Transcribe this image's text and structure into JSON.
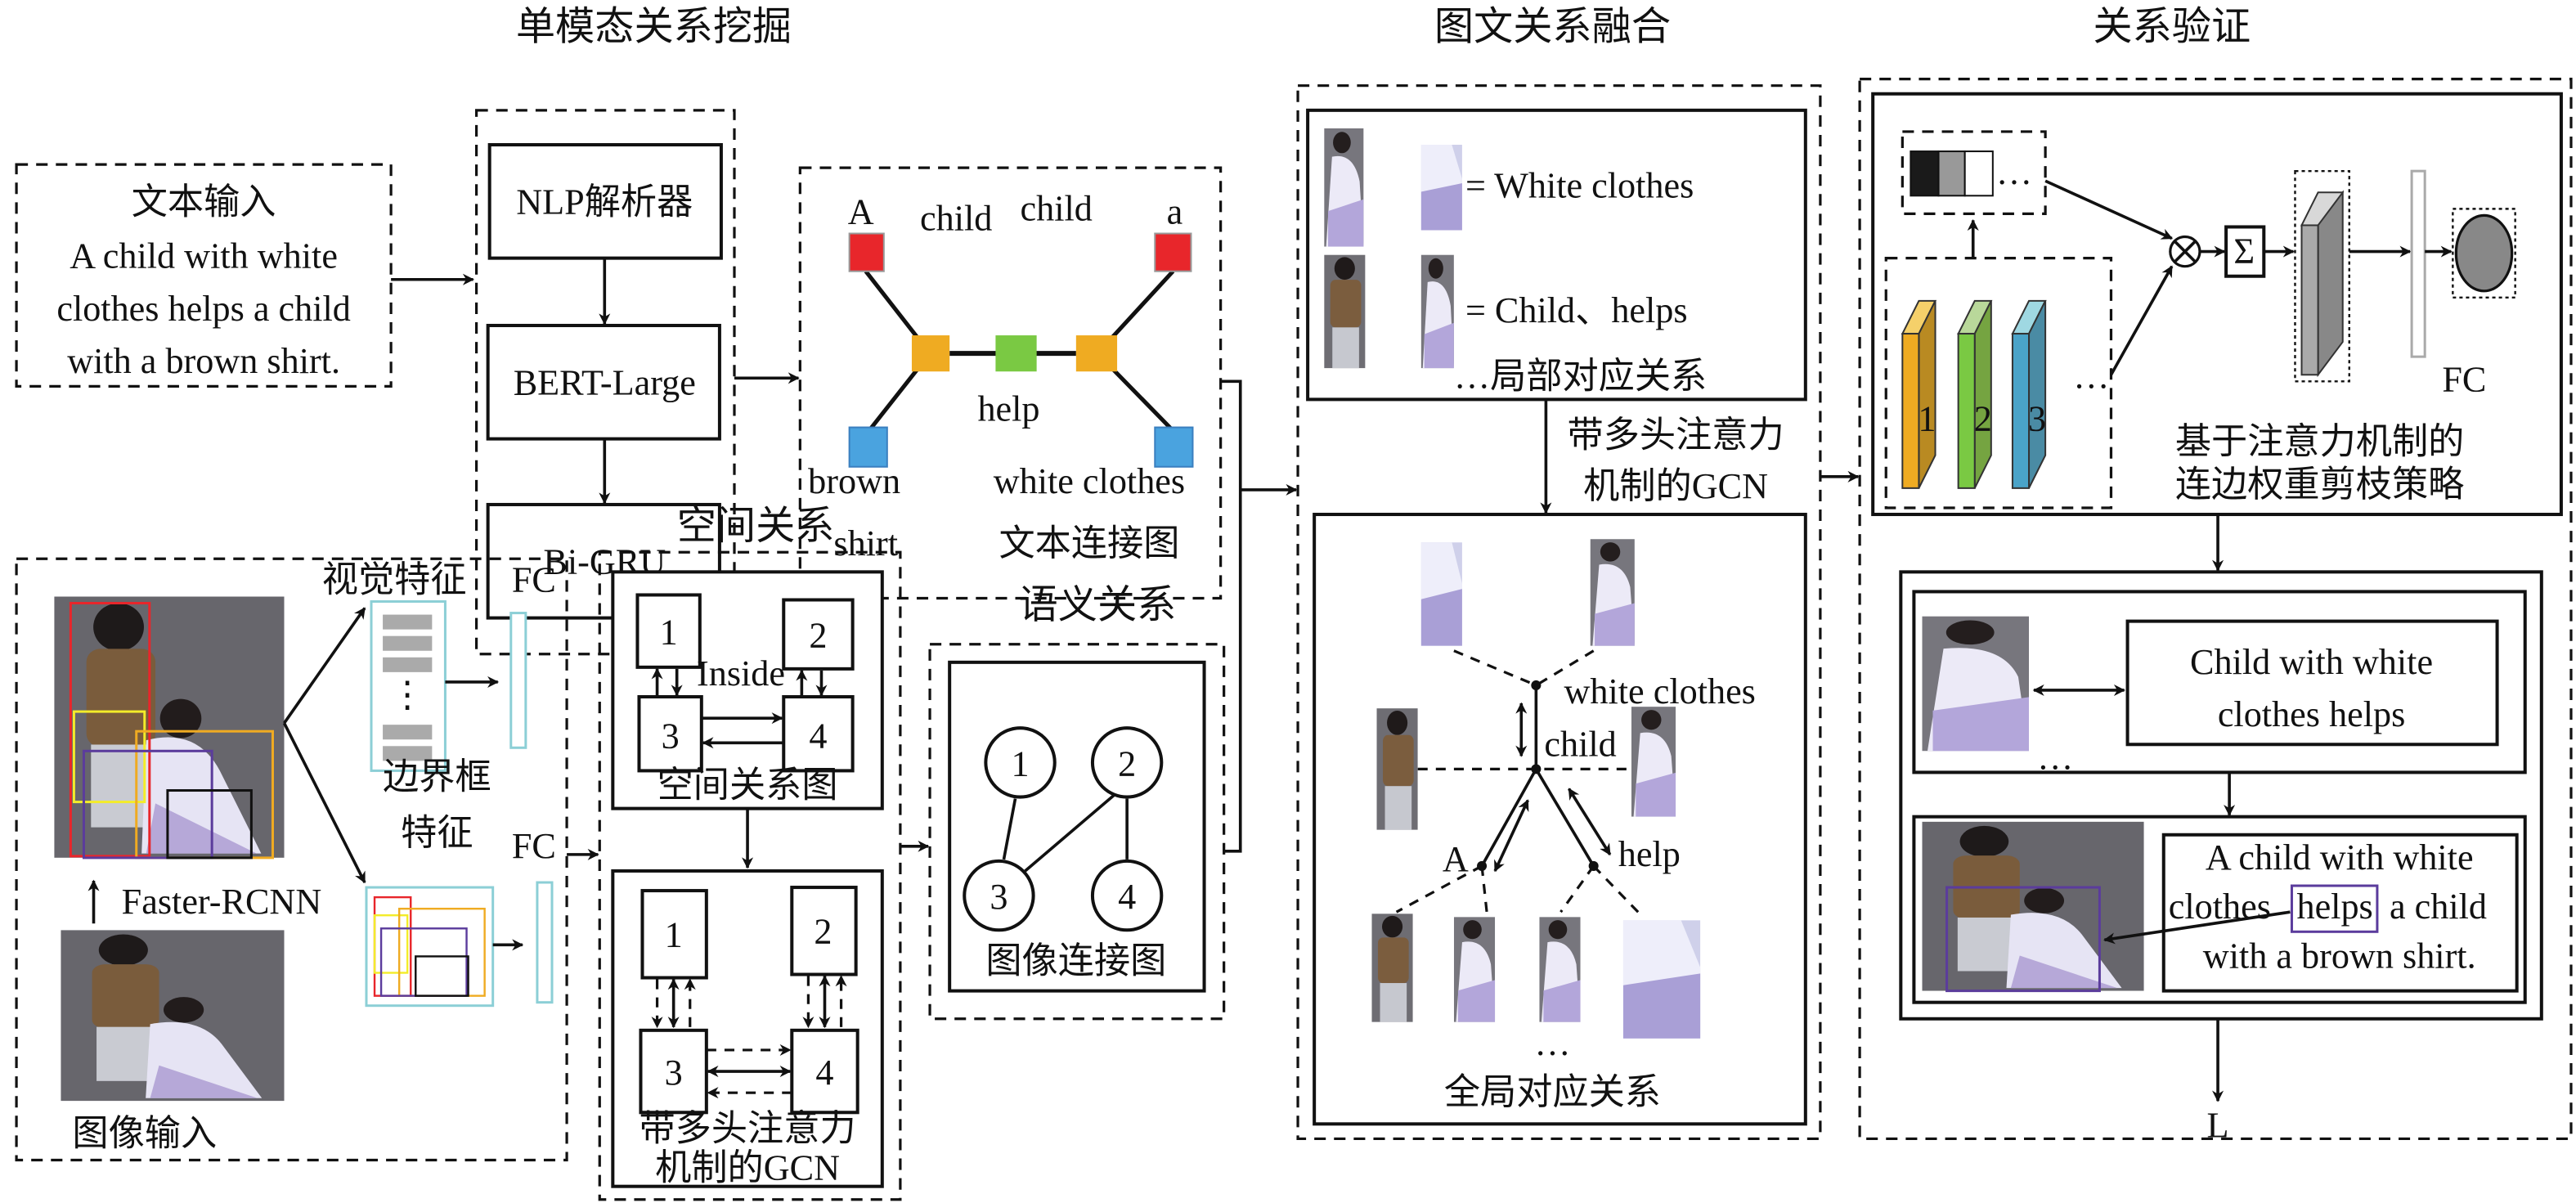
{
  "titles": {
    "unimodal": "单模态关系挖掘",
    "fusion": "图文关系融合",
    "verification": "关系验证",
    "spatial": "空间关系",
    "semantic": "语义关系"
  },
  "text_input": {
    "label": "文本输入",
    "lines": [
      "A child with white",
      "clothes helps a child",
      "with a brown shirt."
    ]
  },
  "unimodal": {
    "nlp": "NLP解析器",
    "bert": "BERT-Large",
    "bigru": "Bi-GRU"
  },
  "text_graph": {
    "node_A": "A",
    "node_a": "a",
    "child_left": "child",
    "child_right": "child",
    "help": "help",
    "brown": "brown",
    "shirt": "shirt",
    "white_clothes": "white clothes",
    "caption": "文本连接图"
  },
  "image_input": {
    "label": "图像输入",
    "detector": "Faster-RCNN",
    "visual_feature": "视觉特征",
    "bbox_feature_line1": "边界框",
    "bbox_feature_line2": "特征",
    "fc_top": "FC",
    "fc_bottom": "FC",
    "ellipsis": "⋮"
  },
  "spatial": {
    "nodes": [
      "1",
      "2",
      "3",
      "4"
    ],
    "inside": "Inside",
    "caption": "空间关系图",
    "gcn_line1": "带多头注意力",
    "gcn_line2": "机制的GCN"
  },
  "semantic": {
    "nodes": [
      "1",
      "2",
      "3",
      "4"
    ],
    "caption": "图像连接图"
  },
  "fusion": {
    "local_row1": "= White clothes",
    "local_row2": "= Child、helps",
    "local_caption": "…局部对应关系",
    "gcn_line1": "带多头注意力",
    "gcn_line2": "机制的GCN",
    "global_white_clothes": "white clothes",
    "global_child": "child",
    "global_A": "A",
    "global_help": "help",
    "global_ellipsis": "…",
    "global_caption": "全局对应关系"
  },
  "verification": {
    "layer_numbers": [
      "1",
      "2",
      "3"
    ],
    "ellipsis": "…",
    "sigma": "Σ",
    "fc": "FC",
    "strategy_line1": "基于注意力机制的",
    "strategy_line2": "连边权重剪枝策略",
    "match_text_line1": "Child with white",
    "match_text_line2": "clothes helps",
    "match_ellipsis": "…",
    "sentence_line1": "A child with white",
    "sentence_line2_pre": "clothes ",
    "sentence_line2_hl": "helps",
    "sentence_line2_post": " a child",
    "sentence_line3": "with a brown shirt.",
    "loss": "L"
  },
  "colors": {
    "red": "#e8262b",
    "orange": "#efab22",
    "green": "#7ac943",
    "blue": "#4aa3df",
    "cyan_border": "#8ccfd6",
    "purple": "#5b3c9c",
    "yellow": "#f3ec2a"
  }
}
